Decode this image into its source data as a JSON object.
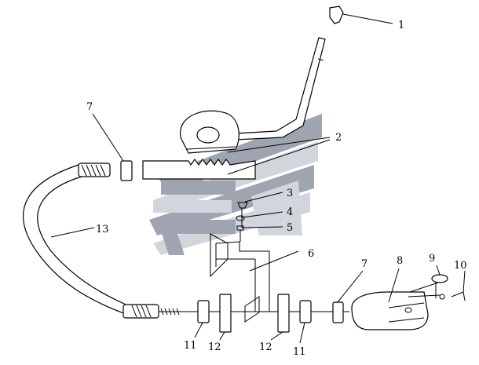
{
  "callouts": {
    "c1": "1",
    "c2": "2",
    "c3": "3",
    "c4": "4",
    "c5": "5",
    "c6": "6",
    "c7a": "7",
    "c7b": "7",
    "c8": "8",
    "c9": "9",
    "c10": "10",
    "c11a": "11",
    "c11b": "11",
    "c12a": "12",
    "c12b": "12",
    "c13": "13"
  },
  "colors": {
    "watermark_dark": "#8f96a3",
    "watermark_light": "#c9ced6",
    "line": "#000000"
  }
}
